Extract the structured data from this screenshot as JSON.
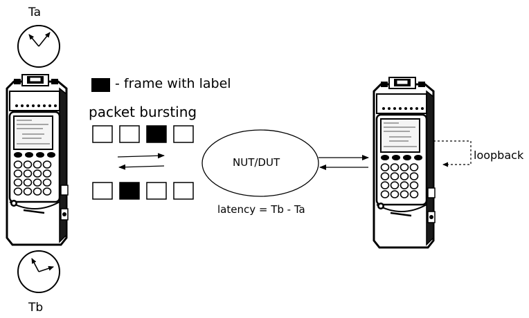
{
  "clock_a": {
    "label": "Ta"
  },
  "clock_b": {
    "label": "Tb"
  },
  "legend": {
    "text": "- frame with label",
    "swatch_color": "#000000"
  },
  "burst": {
    "title": "packet bursting",
    "top_row": [
      "empty",
      "empty",
      "labeled",
      "empty"
    ],
    "bottom_row": [
      "empty",
      "labeled",
      "empty",
      "empty"
    ]
  },
  "network": {
    "label": "NUT/DUT"
  },
  "latency": {
    "text": "latency = Tb - Ta"
  },
  "loopback": {
    "label": "loopback"
  },
  "colors": {
    "ink": "#000000",
    "background": "#ffffff"
  }
}
